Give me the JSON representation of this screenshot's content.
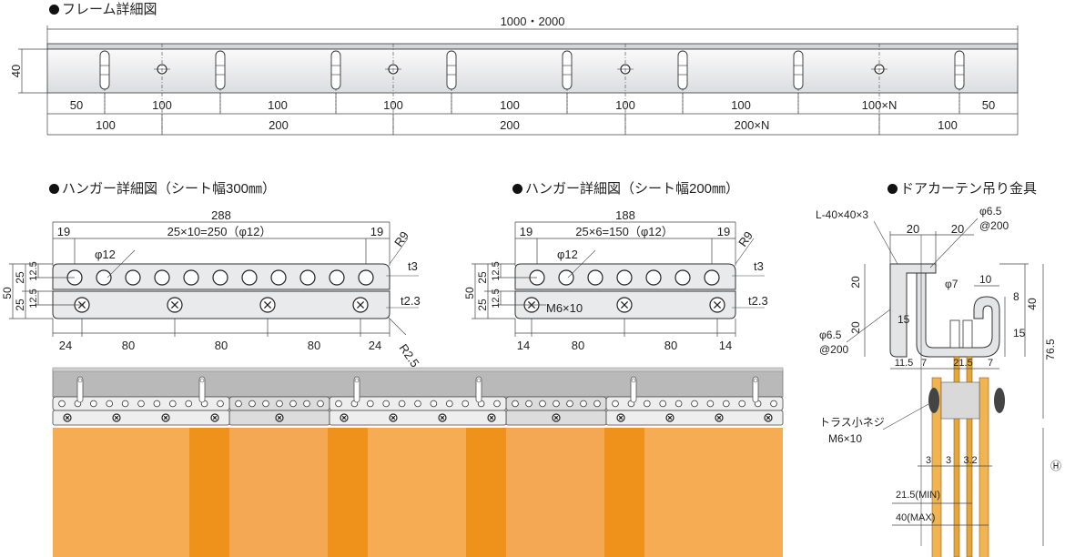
{
  "headings": {
    "frame": "フレーム詳細図",
    "hanger300": "ハンガー詳細図（シート幅300㎜）",
    "hanger200": "ハンガー詳細図（シート幅200㎜）",
    "door": "ドアカーテン吊り金具"
  },
  "frame": {
    "total": "1000・2000",
    "height": "40",
    "row1": [
      "50",
      "100",
      "100",
      "100",
      "100",
      "100",
      "100",
      "100×N",
      "50"
    ],
    "row2": [
      "100",
      "200",
      "200",
      "200×N",
      "100"
    ]
  },
  "hanger300": {
    "width": "288",
    "pitch": "25×10=250（φ12）",
    "edge_l": "19",
    "edge_r": "19",
    "hole": "φ12",
    "r9": "R9",
    "t3": "t3",
    "t23": "t2.3",
    "r25": "R2.5",
    "h50": "50",
    "h25a": "25",
    "h125a": "12.5",
    "h25b": "25",
    "h125b": "12.5",
    "bottom": [
      "24",
      "80",
      "80",
      "80",
      "24"
    ]
  },
  "hanger200": {
    "width": "188",
    "pitch": "25×6=150（φ12）",
    "edge_l": "19",
    "edge_r": "19",
    "hole": "φ12",
    "r9": "R9",
    "t3": "t3",
    "t23": "t2.3",
    "screw": "M6×10",
    "h50": "50",
    "h25a": "25",
    "h125a": "12.5",
    "h25b": "25",
    "h125b": "12.5",
    "bottom": [
      "14",
      "80",
      "80",
      "14"
    ]
  },
  "door": {
    "angle": "L-40×40×3",
    "phi65_top": "φ6.5",
    "at200_top": "@200",
    "d20a": "20",
    "d20b": "20",
    "phi7": "φ7",
    "d10": "10",
    "d8": "8",
    "d15r": "15",
    "d40": "40",
    "d765": "76.5",
    "d20l": "20",
    "d20l2": "20",
    "d15l": "15",
    "phi65_bot": "φ6.5",
    "at200_bot": "@200",
    "b115": "11.5",
    "b7a": "7",
    "b215": "21.5",
    "b7b": "7",
    "screw_name": "トラス小ネジ",
    "screw_size": "M6×10",
    "t3a": "3",
    "t3b": "3",
    "t32": "3.2",
    "min": "21.5(MIN)",
    "max": "40(MAX)",
    "h": "Ⓗ"
  },
  "colors": {
    "curtain_light": "#f5ac52",
    "curtain_dark": "#ef921c",
    "plate": "#e9eaec",
    "header_bar": "#b9b9b9"
  }
}
